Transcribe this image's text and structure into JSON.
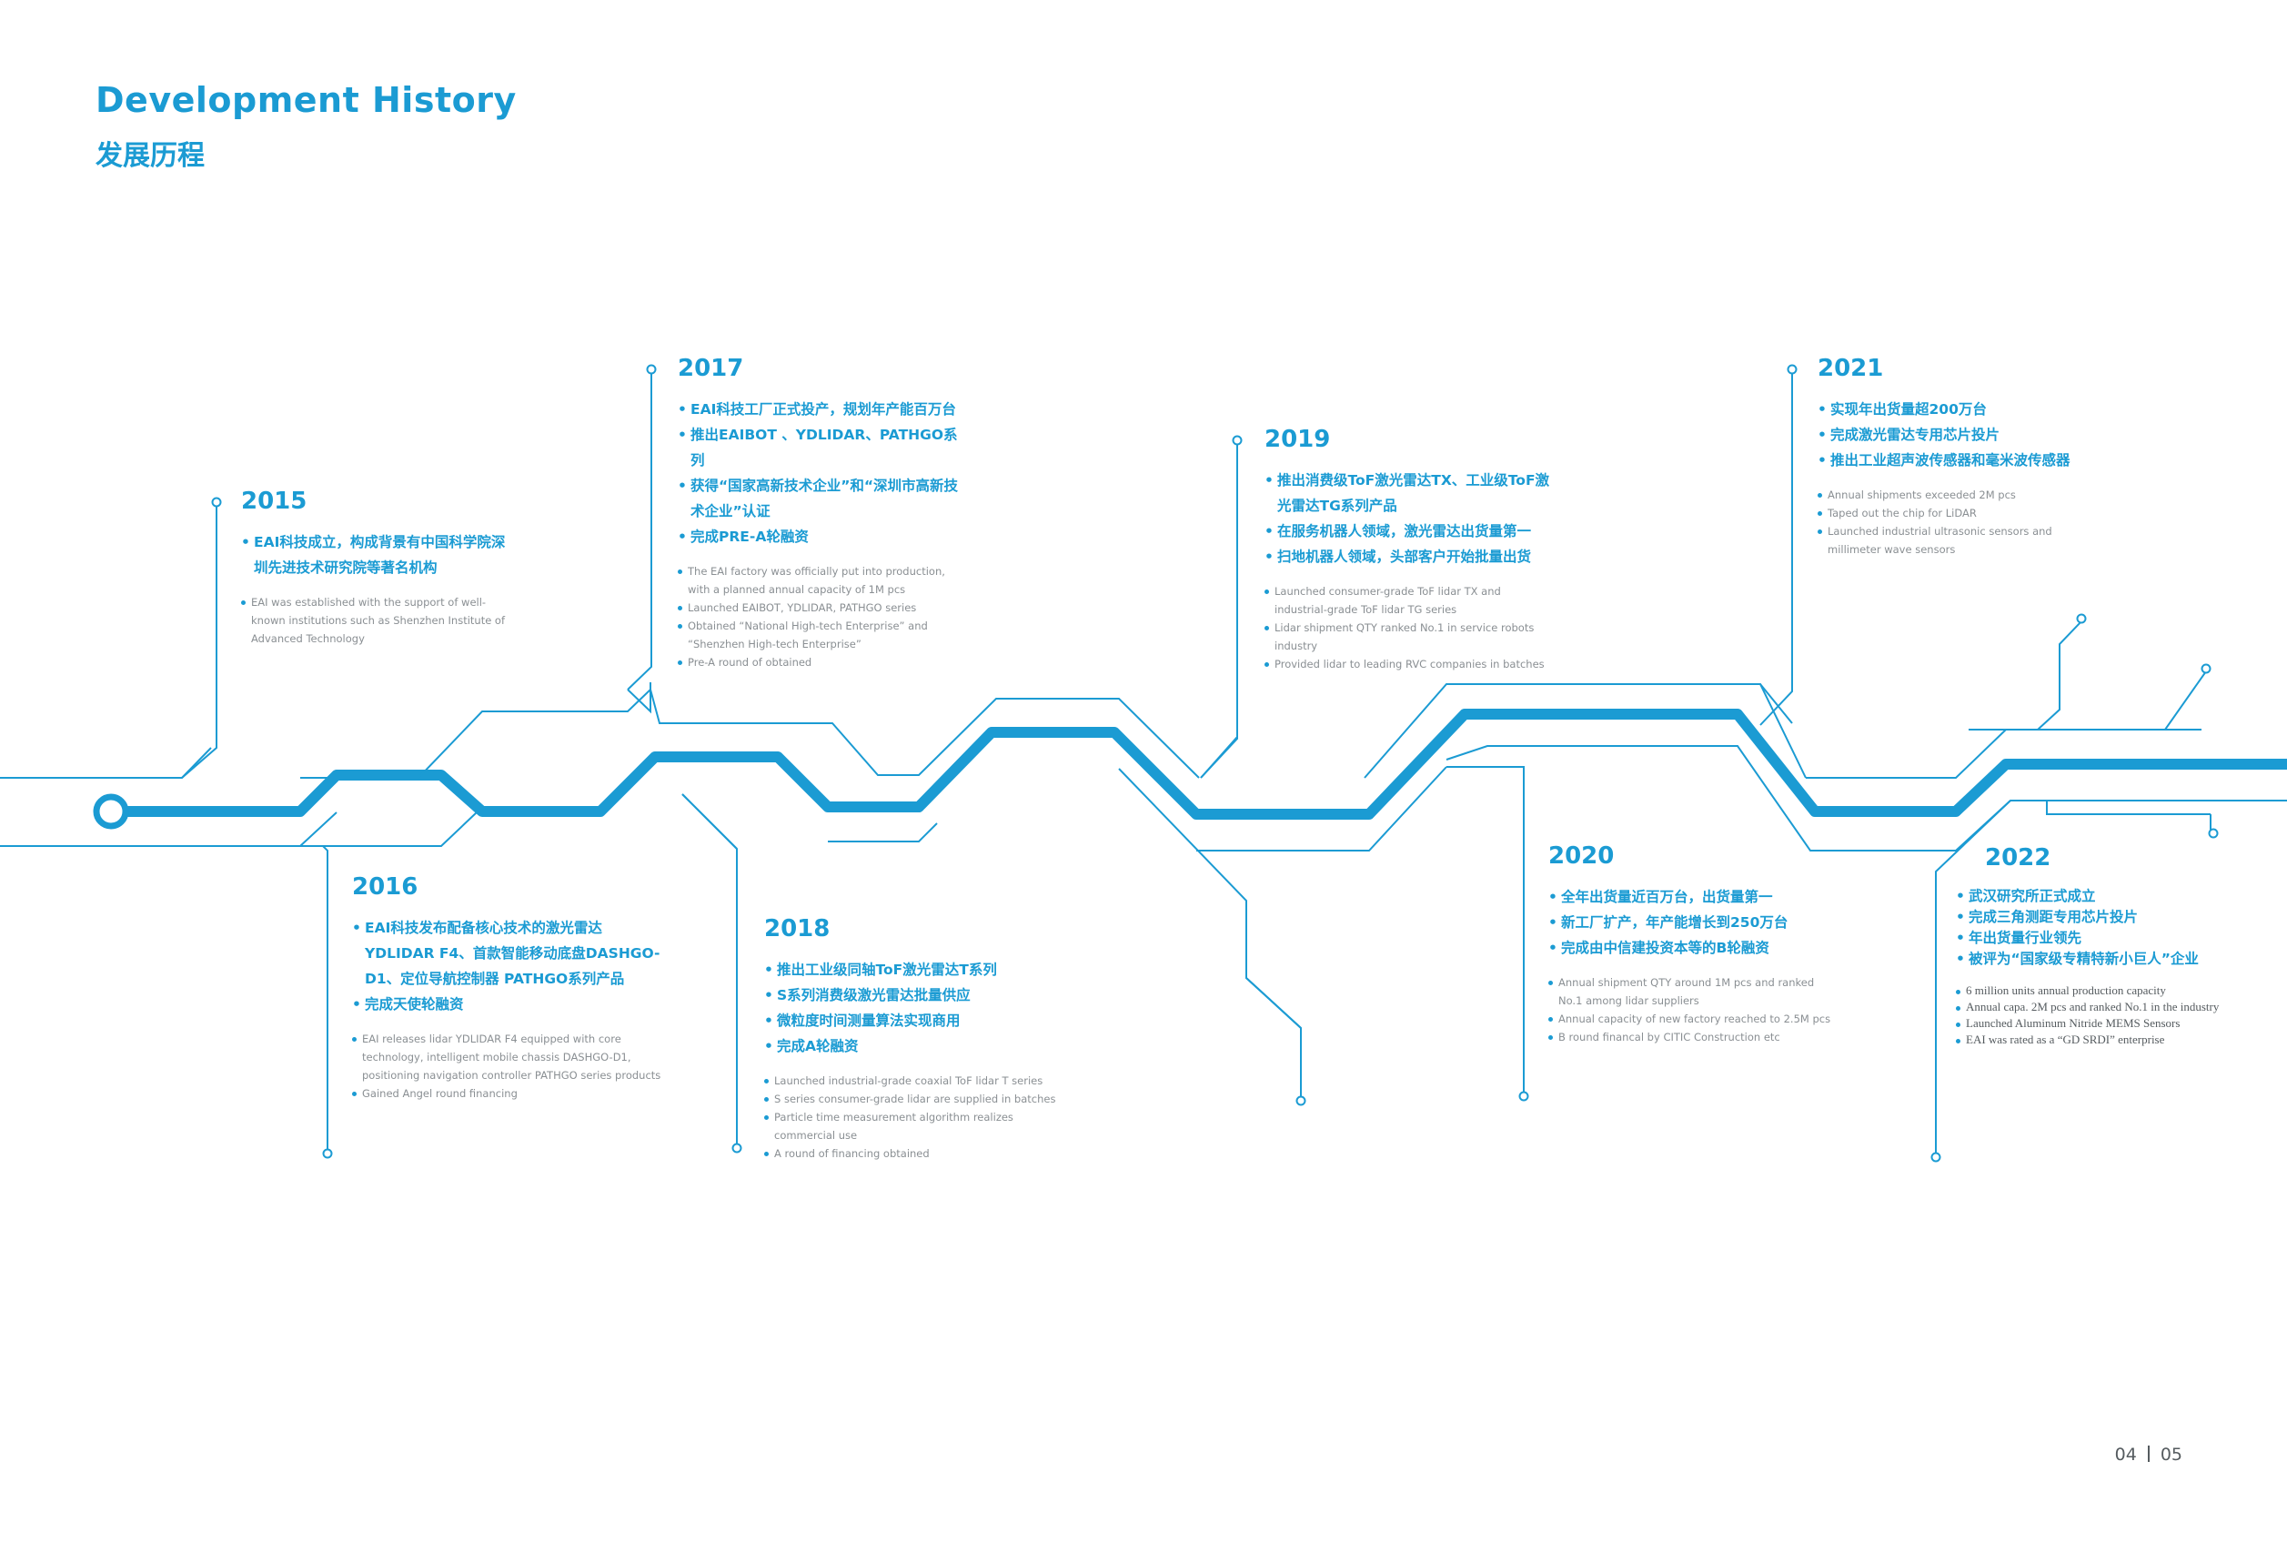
{
  "header": {
    "title_en": "Development  History",
    "title_cn": "发展历程"
  },
  "colors": {
    "accent": "#1b9bd3",
    "body_text": "#8a8f93"
  },
  "milestones": {
    "y2015": {
      "year": "2015",
      "cn": [
        "EAI科技成立，构成背景有中国科学院深圳先进技术研究院等著名机构"
      ],
      "en": [
        "EAI was established with the support of well-known institutions such as Shenzhen Institute of Advanced Technology"
      ]
    },
    "y2016": {
      "year": "2016",
      "cn": [
        "EAI科技发布配备核心技术的激光雷达YDLIDAR F4、首款智能移动底盘DASHGO-D1、定位导航控制器 PATHGO系列产品",
        "完成天使轮融资"
      ],
      "en": [
        "EAI releases lidar YDLIDAR F4 equipped with core technology, intelligent mobile chassis DASHGO-D1, positioning navigation controller PATHGO series products",
        "Gained Angel round financing"
      ]
    },
    "y2017": {
      "year": "2017",
      "cn": [
        "EAI科技工厂正式投产，规划年产能百万台",
        "推出EAIBOT 、YDLIDAR、PATHGO系列",
        "获得“国家高新技术企业”和“深圳市高新技术企业”认证",
        "完成PRE-A轮融资"
      ],
      "en": [
        "The EAI factory was officially put into production, with a planned annual capacity of 1M pcs",
        "Launched EAIBOT, YDLIDAR, PATHGO series",
        "Obtained “National High-tech Enterprise” and “Shenzhen High-tech Enterprise”",
        "Pre-A round of obtained"
      ]
    },
    "y2018": {
      "year": "2018",
      "cn": [
        "推出工业级同轴ToF激光雷达T系列",
        "S系列消费级激光雷达批量供应",
        "微粒度时间测量算法实现商用",
        "完成A轮融资"
      ],
      "en": [
        "Launched industrial-grade coaxial ToF lidar T series",
        "S series consumer-grade lidar are supplied in batches",
        "Particle time measurement algorithm realizes commercial use",
        "A round of financing obtained"
      ]
    },
    "y2019": {
      "year": "2019",
      "cn": [
        "推出消费级ToF激光雷达TX、工业级ToF激光雷达TG系列产品",
        "在服务机器人领域，激光雷达出货量第一",
        "扫地机器人领域，头部客户开始批量出货"
      ],
      "en": [
        "Launched consumer-grade ToF lidar TX and industrial-grade ToF lidar TG series",
        "Lidar shipment QTY ranked No.1 in service robots industry",
        "Provided lidar to leading RVC companies in batches"
      ]
    },
    "y2020": {
      "year": "2020",
      "cn": [
        "全年出货量近百万台，出货量第一",
        "新工厂扩产，年产能增长到250万台",
        "完成由中信建投资本等的B轮融资"
      ],
      "en": [
        "Annual shipment QTY around 1M pcs and ranked No.1 among lidar suppliers",
        "Annual capacity of new factory reached to 2.5M pcs",
        "B round financal by CITIC Construction etc"
      ]
    },
    "y2021": {
      "year": "2021",
      "cn": [
        "实现年出货量超200万台",
        "完成激光雷达专用芯片投片",
        "推出工业超声波传感器和毫米波传感器"
      ],
      "en": [
        "Annual shipments exceeded 2M pcs",
        "Taped out the chip for LiDAR",
        "Launched industrial ultrasonic sensors and millimeter wave sensors"
      ]
    },
    "y2022": {
      "year": "2022",
      "cn": [
        "武汉研究所正式成立",
        "完成三角测距专用芯片投片",
        "年出货量行业领先",
        "被评为“国家级专精特新小巨人”企业"
      ],
      "en": [
        "6 million units annual production capacity",
        "Annual capa. 2M pcs and ranked No.1 in the industry",
        "Launched Aluminum Nitride MEMS Sensors",
        "EAI was rated as a “GD SRDI” enterprise"
      ]
    }
  },
  "page": {
    "left": "04",
    "right": "05"
  }
}
